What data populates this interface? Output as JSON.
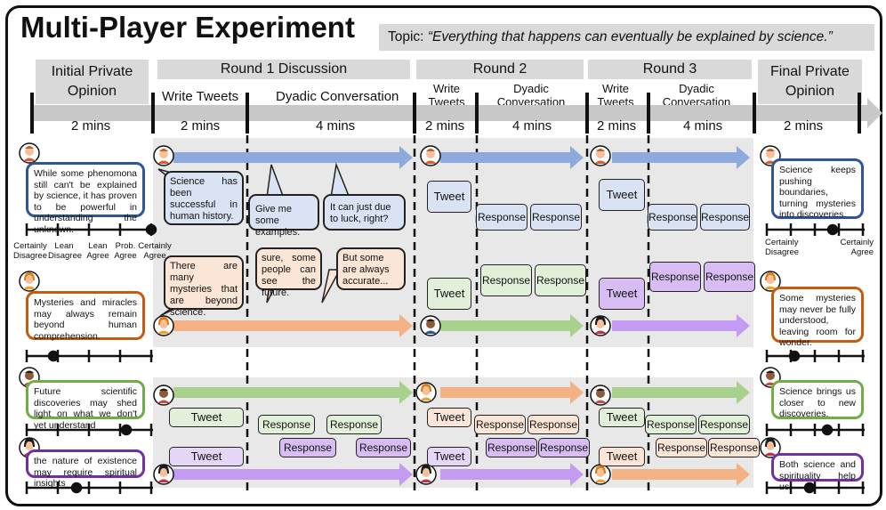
{
  "title": "Multi-Player Experiment",
  "topic": {
    "prefix": "Topic: ",
    "quote": "“Everything that happens can eventually be explained by science.”"
  },
  "phases": {
    "initial": "Initial Private Opinion",
    "round1": "Round 1 Discussion",
    "round2": "Round 2",
    "round3": "Round 3",
    "final": "Final Private Opinion"
  },
  "subphases": {
    "write_tweets": "Write Tweets",
    "dyadic": "Dyadic Conversation",
    "write_tweets_short": "Write Tweets",
    "dyadic_short": "Dyadic Conversation"
  },
  "durations": {
    "two": "2 mins",
    "four": "4 mins"
  },
  "scale_labels": [
    "Certainly Disagree",
    "Lean Disagree",
    "Lean Agree",
    "Prob. Agree",
    "Certainly Agree"
  ],
  "final_scale": {
    "left": "Certainly Disagree",
    "right": "Certainly Agree"
  },
  "opinions_initial": [
    "While some phenomona still can't be explained by science, it has proven to be powerful in understanding the unknown.",
    "Mysteries and miracles may always remain beyond human comprehension.",
    "Future scientific discoveries may shed light on what we don't yet understand",
    "the nature of existence may require spiritual insights"
  ],
  "opinions_final": [
    "Science keeps pushing boundaries, turning mysteries into discoveries.",
    "Some mysteries may never be fully understood, leaving room for wonder.",
    "Science brings us closer to new discoveries.",
    "Both science and spirituality help us."
  ],
  "round1_bubbles": {
    "blue_tweet": "Science has been successful in human history.",
    "blue_q1": "Give me some examples.",
    "blue_q2": "It can just due to luck, right?",
    "orange_tweet": "There are many mysteries that are beyond science.",
    "orange_r1": "sure, some people can see the future.",
    "orange_r2": "But some are always accurate..."
  },
  "labels": {
    "tweet": "Tweet",
    "response": "Response"
  },
  "colors": {
    "blue": "#8ea9db",
    "orange": "#f4b183",
    "green": "#a9d18e",
    "purple": "#c39bf2"
  }
}
